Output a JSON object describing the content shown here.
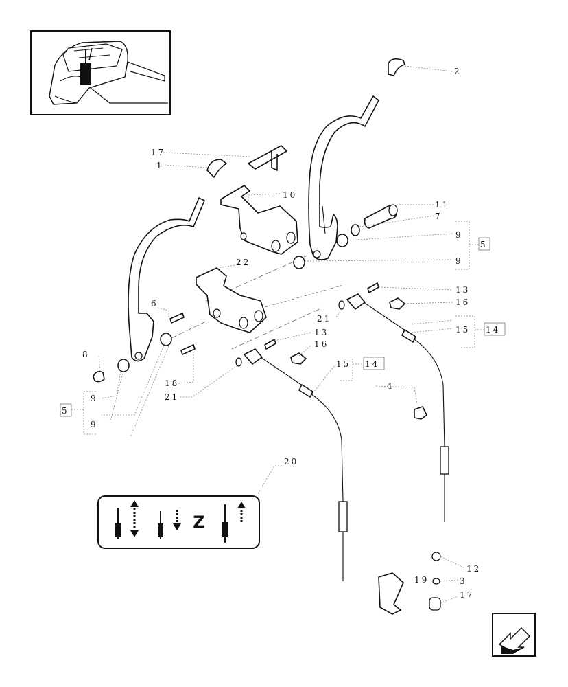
{
  "callouts": {
    "c1": "1",
    "c2": "2",
    "c3": "3",
    "c4": "4",
    "c5a": "5",
    "c5b": "5",
    "c6": "6",
    "c7": "7",
    "c8": "8",
    "c9a": "9",
    "c9b": "9",
    "c9c": "9",
    "c9d": "9",
    "c10": "10",
    "c11": "11",
    "c12": "12",
    "c13a": "13",
    "c13b": "13",
    "c14a": "14",
    "c14b": "14",
    "c15a": "15",
    "c15b": "15",
    "c16a": "16",
    "c16b": "16",
    "c17a": "17",
    "c17b": "17",
    "c18": "18",
    "c19": "19",
    "c20": "20",
    "c21a": "21",
    "c21b": "21",
    "c22": "22"
  },
  "decal": {
    "letter": "Z"
  },
  "icons": {
    "thumbnail": "tractor-cab-location-icon",
    "nav": "previous-page-arrow-icon"
  }
}
